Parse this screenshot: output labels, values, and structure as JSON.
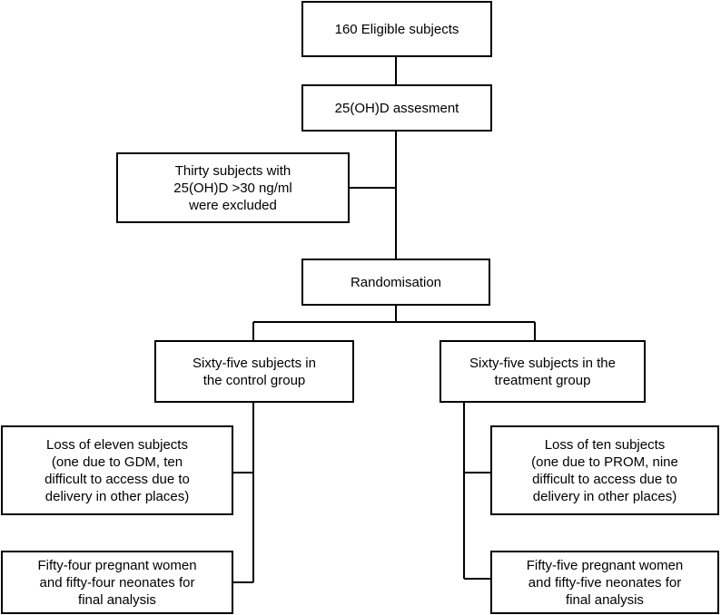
{
  "boxes": {
    "eligible": [
      "160 Eligible subjects"
    ],
    "assessment": [
      "25(OH)D assesment"
    ],
    "excluded": [
      "Thirty subjects with",
      "25(OH)D >30 ng/ml",
      "were excluded"
    ],
    "randomisation": [
      "Randomisation"
    ],
    "control_group": [
      "Sixty-five subjects in",
      "the control group"
    ],
    "treatment_group": [
      "Sixty-five subjects in the",
      "treatment group"
    ],
    "control_loss": [
      "Loss of eleven subjects",
      "(one due to GDM, ten",
      "difficult to access due to",
      "delivery in other places)"
    ],
    "treatment_loss": [
      "Loss of ten subjects",
      "(one due to PROM, nine",
      "difficult to access due to",
      "delivery in other places)"
    ],
    "control_final": [
      "Fifty-four pregnant women",
      "and fifty-four neonates for",
      "final analysis"
    ],
    "treatment_final": [
      "Fifty-five pregnant women",
      "and fifty-five neonates for",
      "final analysis"
    ]
  }
}
